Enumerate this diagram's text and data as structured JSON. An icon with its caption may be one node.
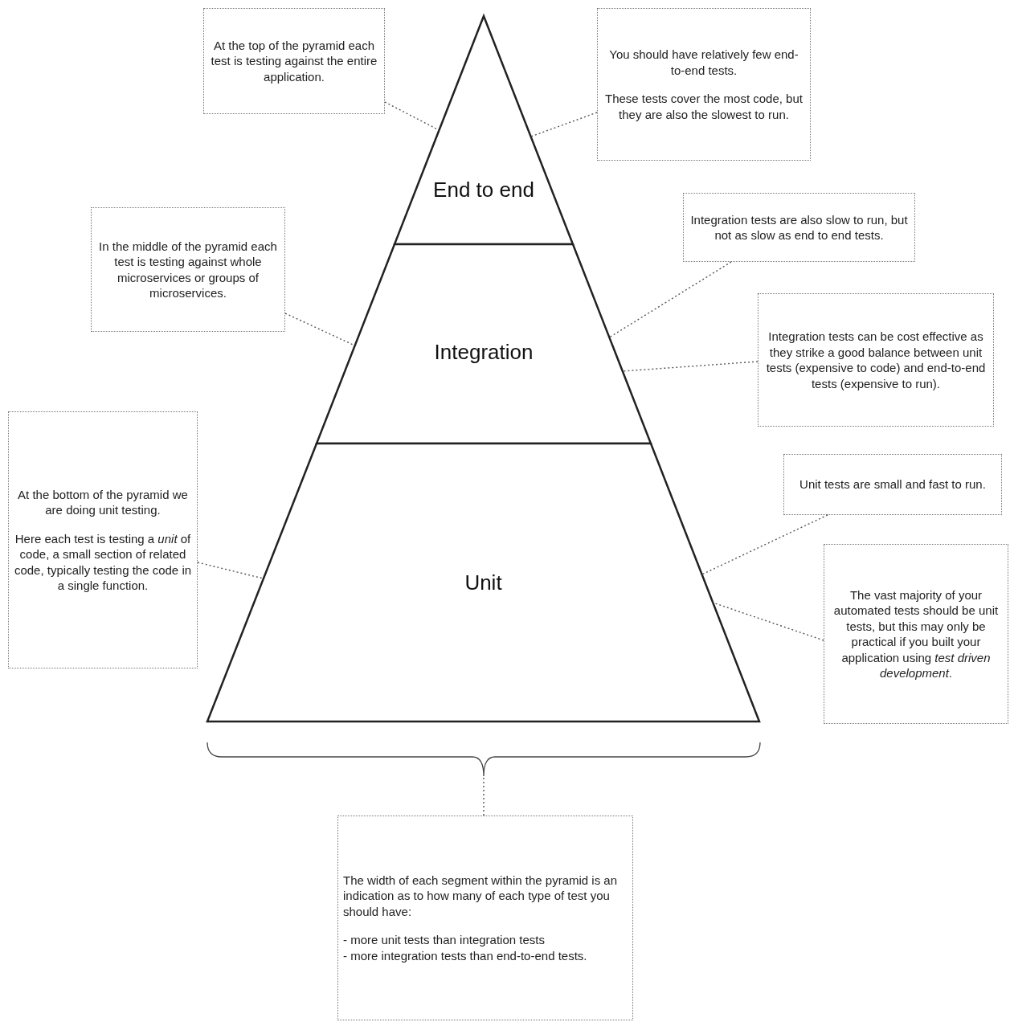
{
  "diagram": {
    "nodes": [
      {
        "text": [
          "At the top of the pyramid each test is testing against the entire application."
        ]
      },
      {
        "text": [
          "You should have relatively few end-to-end tests.",
          "These tests cover the most code, but they are also the slowest to run."
        ]
      },
      {
        "text": [
          "End to end"
        ]
      },
      {
        "text": [
          "In the middle of the pyramid each test is testing against whole microservices or groups of microservices."
        ]
      },
      {
        "text": [
          "Integration tests are also slow to run, but not as slow as end to end tests."
        ]
      },
      {
        "text": [
          "Integration"
        ]
      },
      {
        "text": [
          "Integration tests can be cost effective as they strike a good balance between unit tests (expensive to code) and end-to-end tests (expensive to run)."
        ]
      },
      {
        "text": [
          "At the bottom of the pyramid we are doing unit testing.",
          "Here each test is testing a *unit* of code, a small section of related code, typically testing the code in a single function."
        ]
      },
      {
        "text": [
          "Unit tests are small and fast to run."
        ]
      },
      {
        "text": [
          "Unit"
        ]
      },
      {
        "text": [
          "The vast majority of your automated tests should be unit tests, but this may only be practical if you built your application using *test driven development*."
        ]
      },
      {
        "text": [],
        "shape": "bracket"
      },
      {
        "text": [
          "The width of each segment within the pyramid is an indication as to how many of each type of test you should have:",
          "- more unit tests than integration tests",
          "- more integration tests than end-to-end tests."
        ]
      }
    ],
    "edges": [
      {
        "from": 0,
        "to": 2,
        "arrow": "none",
        "style": "dashed"
      },
      {
        "from": 1,
        "to": 2,
        "arrow": "none",
        "style": "dashed"
      },
      {
        "from": 3,
        "to": 5,
        "arrow": "none",
        "style": "dashed"
      },
      {
        "from": 4,
        "to": 5,
        "arrow": "none",
        "style": "dashed"
      },
      {
        "from": 6,
        "to": 5,
        "arrow": "none",
        "style": "dashed"
      },
      {
        "from": 7,
        "to": 9,
        "arrow": "none",
        "style": "dashed"
      },
      {
        "from": 8,
        "to": 9,
        "arrow": "none",
        "style": "dashed"
      },
      {
        "from": 10,
        "to": 9,
        "arrow": "none",
        "style": "dashed"
      },
      {
        "from": 12,
        "to": 11,
        "arrow": "none",
        "style": "dashed"
      }
    ]
  }
}
